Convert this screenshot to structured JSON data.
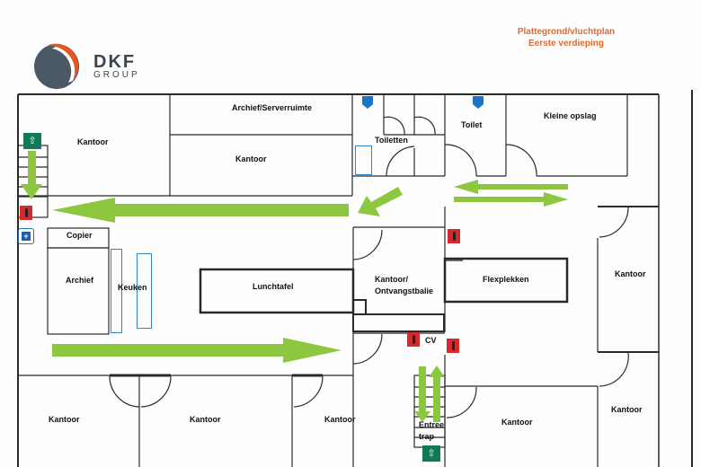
{
  "header": {
    "brand": "DKF",
    "brand_sub": "GROUP",
    "title_line1": "Plattegrond/vluchtplan",
    "title_line2": "Eerste verdieping"
  },
  "colors": {
    "title": "#e06a2a",
    "logo_orange": "#e8561e",
    "logo_grey": "#4b5865",
    "arrow_green": "#8dc63f",
    "extinguisher_red": "#d42a2a",
    "exit_green": "#0f7a55",
    "blue_fixture": "#2d86c9"
  },
  "rooms": {
    "kantoor_top_left": "Kantoor",
    "archief_serverruimte": "Archief/Serverruimte",
    "kantoor_top_mid": "Kantoor",
    "toiletten": "Toiletten",
    "toilet": "Toilet",
    "kleine_opslag": "Kleine opslag",
    "copier": "Copier",
    "archief": "Archief",
    "keuken": "Keuken",
    "lunchtafel": "Lunchtafel",
    "ontvangst_line1": "Kantoor/",
    "ontvangst_line2": "Ontvangstbalie",
    "flexplekken": "Flexplekken",
    "kantoor_right": "Kantoor",
    "cv": "CV",
    "entree_line1": "Entree",
    "entree_line2": "trap",
    "kantoor_bottom_1": "Kantoor",
    "kantoor_bottom_2": "Kantoor",
    "kantoor_bottom_3": "Kantoor",
    "kantoor_bottom_4": "Kantoor",
    "kantoor_bottom_right": "Kantoor"
  },
  "icons": {
    "exit": "⇧",
    "first_aid": "+"
  }
}
